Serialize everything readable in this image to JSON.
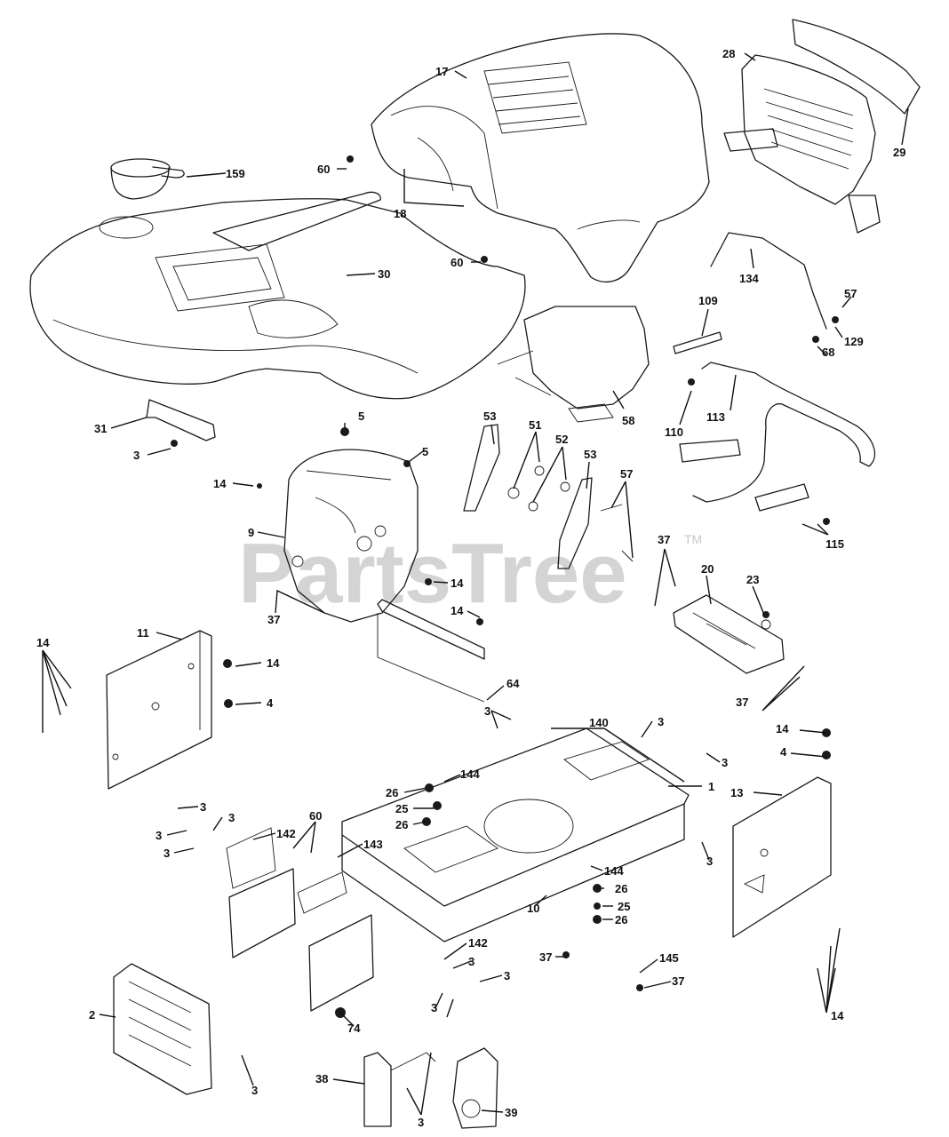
{
  "watermark": {
    "text": "PartsTree",
    "tm": "TM"
  },
  "callouts": [
    "17",
    "28",
    "29",
    "159",
    "60",
    "18",
    "30",
    "60",
    "134",
    "57",
    "109",
    "129",
    "68",
    "113",
    "110",
    "58",
    "31",
    "3",
    "5",
    "5",
    "53",
    "51",
    "52",
    "53",
    "57",
    "14",
    "9",
    "14",
    "14",
    "37",
    "115",
    "37",
    "20",
    "23",
    "37",
    "14",
    "11",
    "14",
    "4",
    "64",
    "3",
    "140",
    "3",
    "14",
    "4",
    "1",
    "13",
    "3",
    "144",
    "26",
    "25",
    "26",
    "3",
    "3",
    "60",
    "142",
    "143",
    "3",
    "3",
    "3",
    "144",
    "10",
    "26",
    "25",
    "26",
    "142",
    "37",
    "145",
    "3",
    "3",
    "37",
    "74",
    "3",
    "14",
    "2",
    "3",
    "38",
    "3",
    "39"
  ]
}
